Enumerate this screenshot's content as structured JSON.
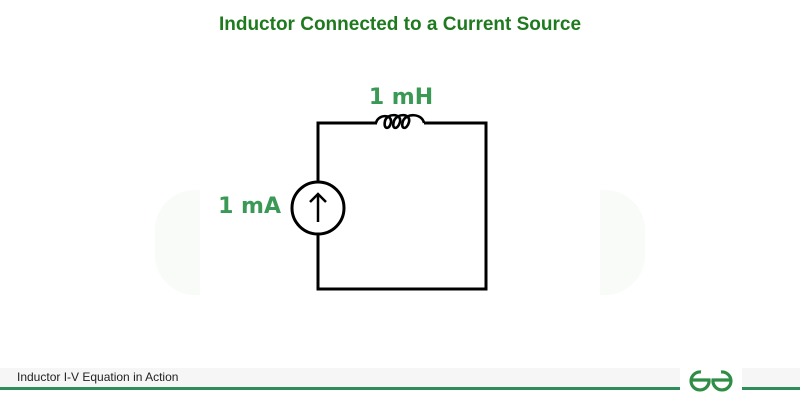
{
  "title": "Inductor Connected to a Current Source",
  "diagram": {
    "inductor_label": "1 mH",
    "source_label": "1 mA",
    "inductor_icon": "inductor-coil-icon",
    "source_icon": "current-source-up-arrow-icon",
    "label_color": "#3a9a55",
    "wire_color": "#000000"
  },
  "footer": {
    "caption": "Inductor I-V Equation in Action",
    "logo": "gfg-logo",
    "accent_color": "#2f8d5b"
  }
}
